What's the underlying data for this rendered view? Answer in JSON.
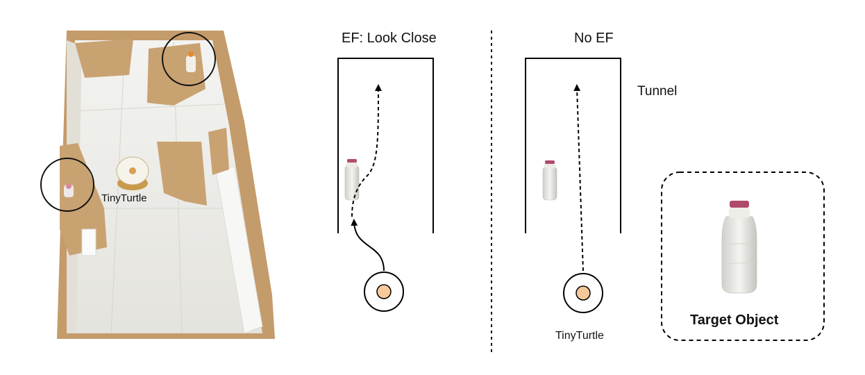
{
  "photo": {
    "robot_label": "TinyTurtle"
  },
  "panels": {
    "left_title": "EF: Look Close",
    "right_title": "No EF",
    "tunnel_label": "Tunnel",
    "robot_label": "TinyTurtle"
  },
  "target": {
    "label": "Target Object"
  },
  "colors": {
    "cardboard": "#c9a272",
    "floor": "#ecebe6",
    "robot_fill": "#f7c89a",
    "bottle_cap": "#b04a6a",
    "line": "#000000"
  }
}
